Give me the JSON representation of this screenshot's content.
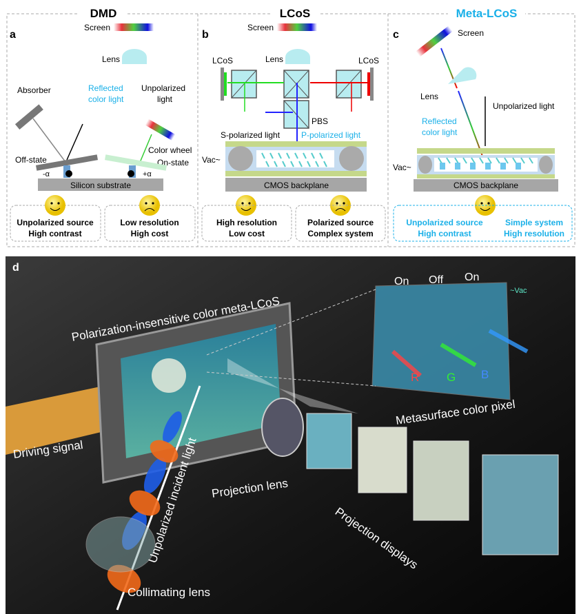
{
  "panel_a": {
    "letter": "a",
    "title": "DMD",
    "screen": "Screen",
    "lens": "Lens",
    "absorber": "Absorber",
    "reflected": [
      "Reflected",
      "color light"
    ],
    "unpolarized": [
      "Unpolarized",
      "light"
    ],
    "color_wheel": "Color wheel",
    "off_state": "Off-state",
    "on_state": "On-state",
    "minus_alpha": "-α",
    "plus_alpha": "+α",
    "substrate": "Silicon substrate",
    "pro": [
      "Unpolarized source",
      "High contrast"
    ],
    "con": [
      "Low resolution",
      "High cost"
    ]
  },
  "panel_b": {
    "letter": "b",
    "title": "LCoS",
    "screen": "Screen",
    "lens": "Lens",
    "lcos_left": "LCoS",
    "lcos_right": "LCoS",
    "pbs": "PBS",
    "s_pol": "S-polarized light",
    "p_pol": "P-polarized light",
    "vac": "Vac~",
    "backplane": "CMOS backplane",
    "pro": [
      "High resolution",
      "Low cost"
    ],
    "con": [
      "Polarized source",
      "Complex system"
    ]
  },
  "panel_c": {
    "letter": "c",
    "title": "Meta-LCoS",
    "screen": "Screen",
    "lens": "Lens",
    "unpolarized": "Unpolarized light",
    "reflected": [
      "Reflected",
      "color light"
    ],
    "vac": "Vac~",
    "backplane": "CMOS backplane",
    "pro": [
      "Unpolarized source",
      "High contrast"
    ],
    "pro2": [
      "Simple system",
      "High resolution"
    ]
  },
  "panel_d": {
    "letter": "d",
    "device": "Polarization-insensitive color meta-LCoS",
    "driving": "Driving signal",
    "incident": "Unpolarized incident light",
    "collimating": "Collimating lens",
    "projection_lens": "Projection lens",
    "projection_displays": "Projection displays",
    "pixel": "Metasurface color pixel",
    "states": [
      "On",
      "Off",
      "On"
    ],
    "rgb": [
      "R",
      "G",
      "B"
    ],
    "vac": "~Vac"
  },
  "colors": {
    "accent": "#1ab0e8",
    "lens": "#b8ecf0",
    "substrate": "#a6a6a6",
    "lc_green": "#c5d88a",
    "dark_bg": "#1a1a1a"
  }
}
